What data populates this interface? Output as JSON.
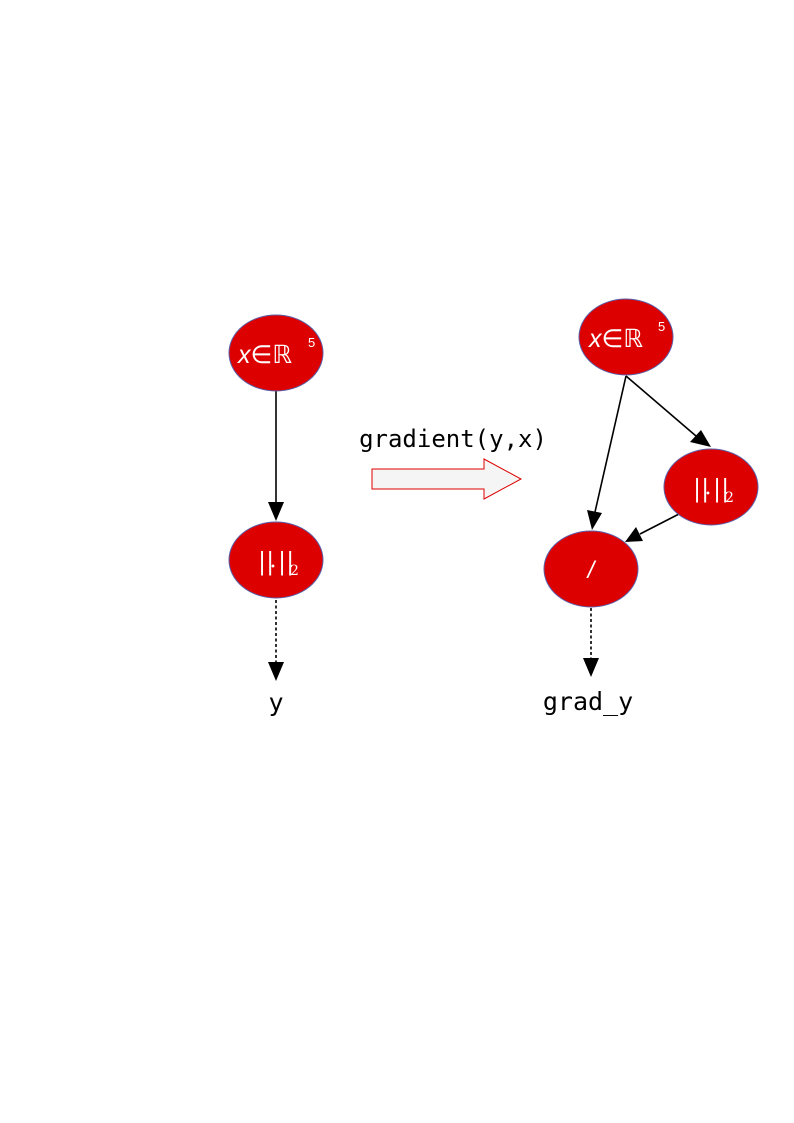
{
  "colors": {
    "node_fill": "#dd0000",
    "node_stroke": "#5b5fa8",
    "transform_arrow_stroke": "#dd0000",
    "transform_arrow_fill": "#f5f5f5"
  },
  "left_graph": {
    "input_node": {
      "var": "x",
      "elem": "∈",
      "set": "ℝ",
      "exp": "5"
    },
    "norm_node": {
      "bars_open": "||",
      "dot": "•",
      "bars_close": "||",
      "sub": "2"
    },
    "output_label": "y"
  },
  "transform": {
    "label": "gradient(y,x)"
  },
  "right_graph": {
    "input_node": {
      "var": "x",
      "elem": "∈",
      "set": "ℝ",
      "exp": "5"
    },
    "norm_node": {
      "bars_open": "||",
      "dot": "•",
      "bars_close": "||",
      "sub": "2"
    },
    "divide_node": {
      "label": "/"
    },
    "output_label": "grad_y"
  }
}
